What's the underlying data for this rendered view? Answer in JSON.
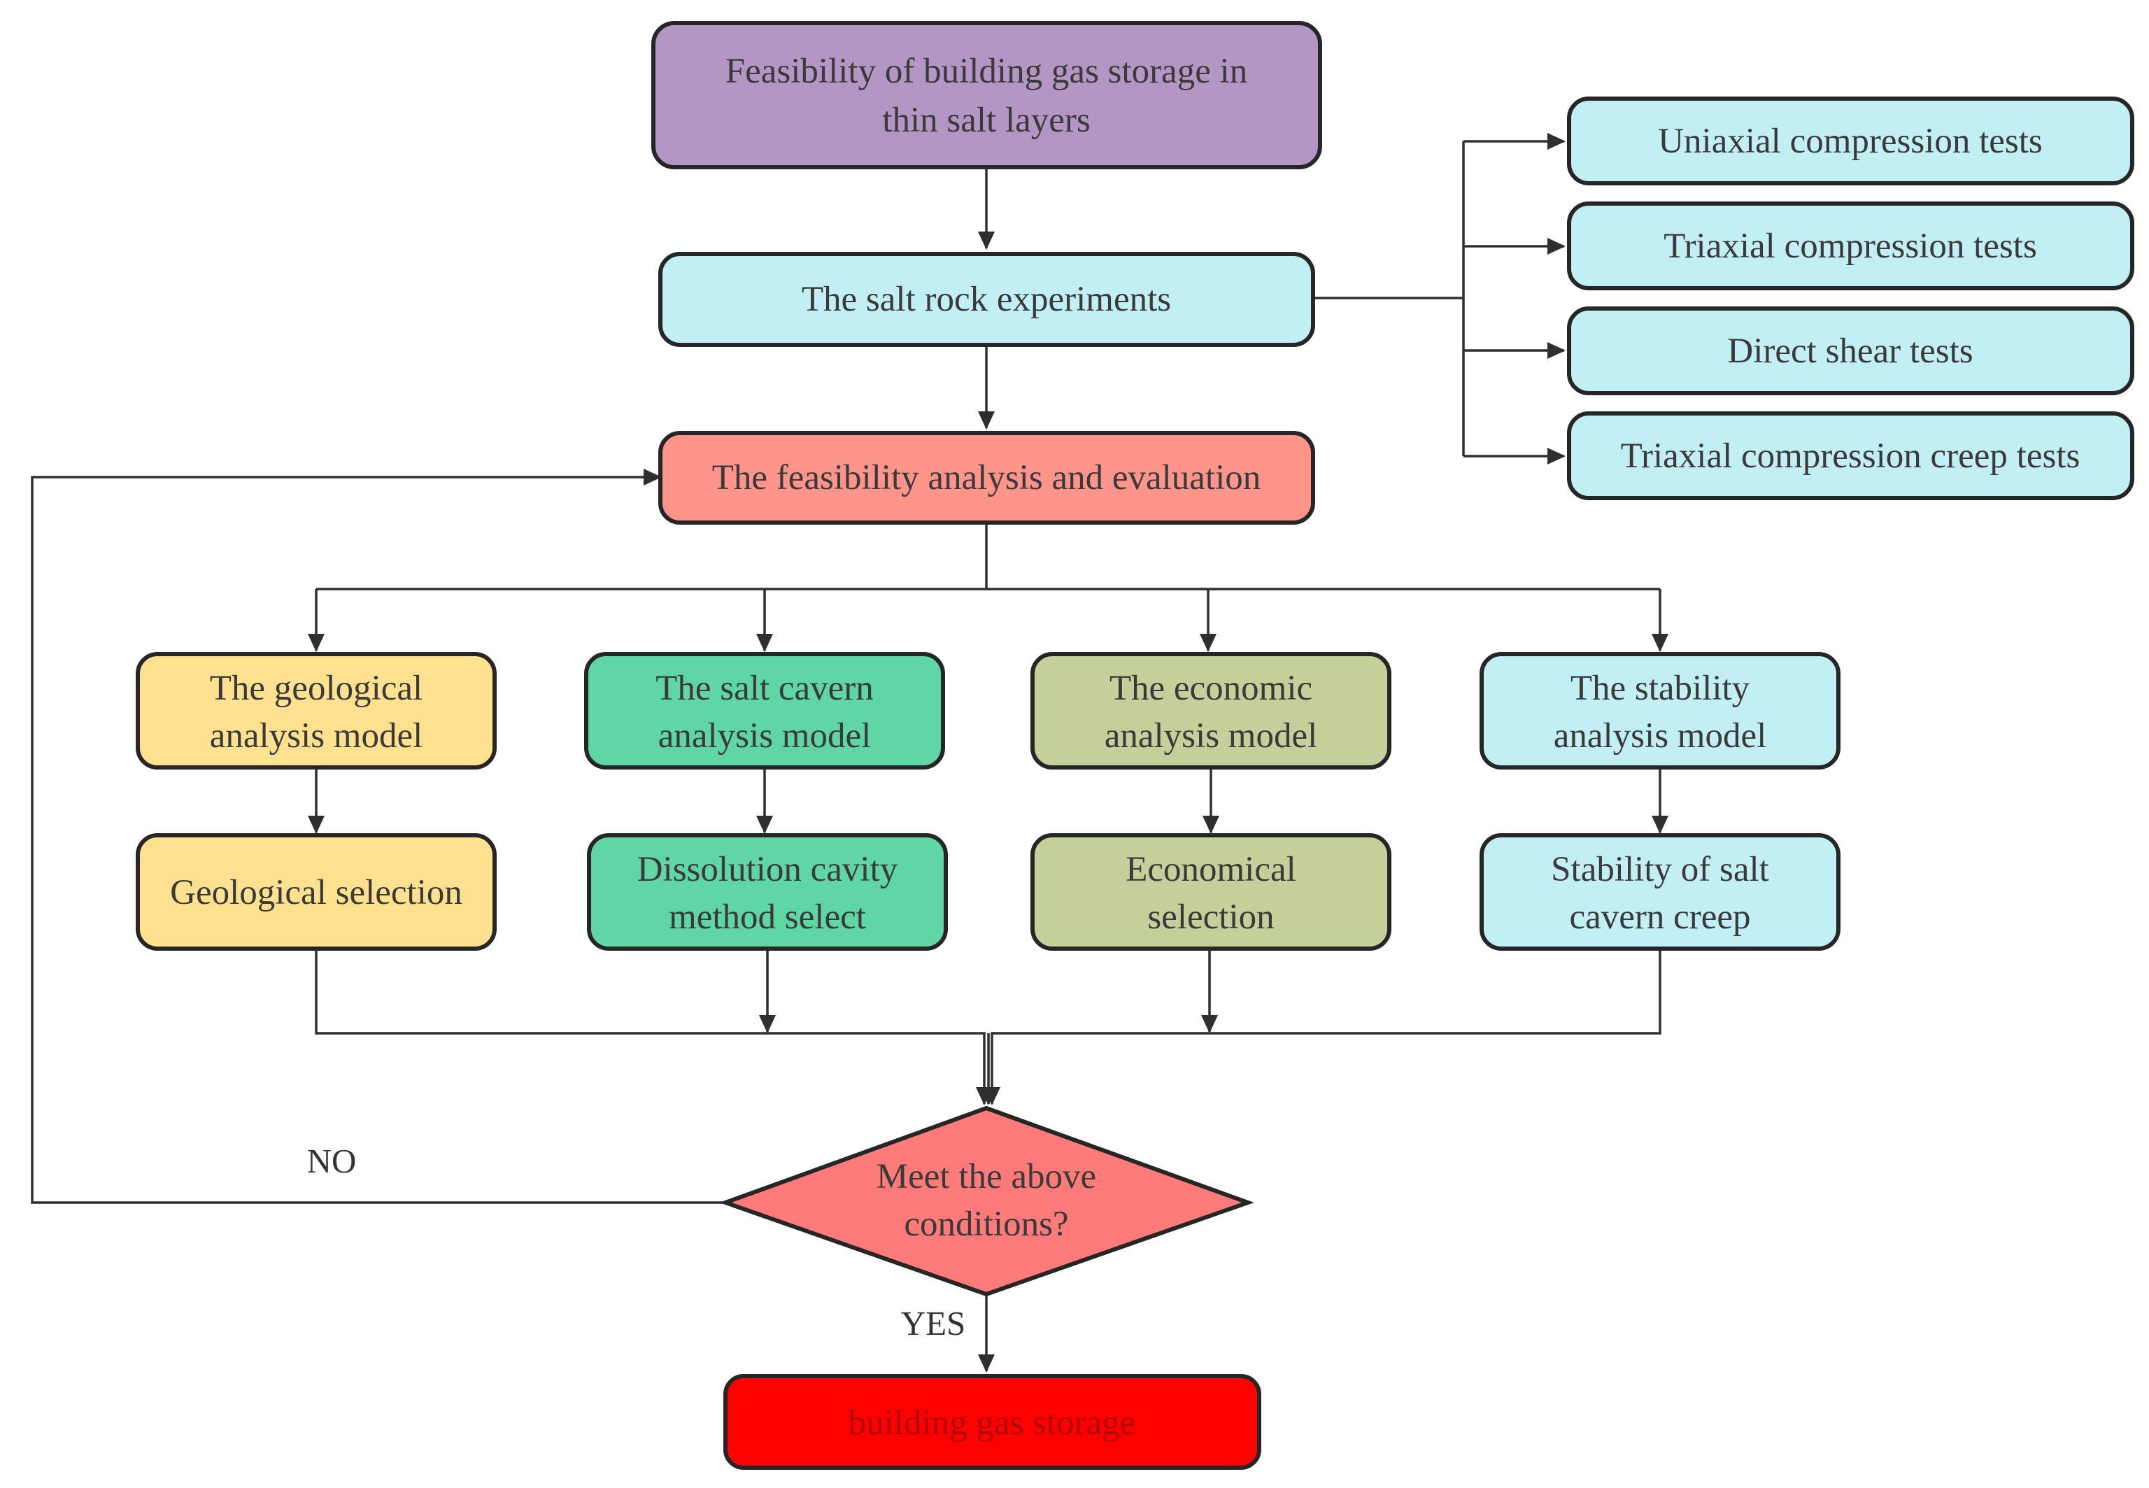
{
  "nodes": {
    "top": {
      "lines": [
        "Feasibility of building gas storage  in",
        "thin salt layers"
      ],
      "fill": "#b396c4"
    },
    "experiments": {
      "lines": [
        "The salt rock experiments"
      ],
      "fill": "#c2eff4"
    },
    "analysis": {
      "lines": [
        "The feasibility analysis and evaluation"
      ],
      "fill": "#ff948a"
    },
    "tests": [
      {
        "lines": [
          "Uniaxial compression tests"
        ]
      },
      {
        "lines": [
          "Triaxial compression tests"
        ]
      },
      {
        "lines": [
          "Direct shear tests"
        ]
      },
      {
        "lines": [
          "Triaxial compression creep tests"
        ]
      }
    ],
    "tests_fill": "#c2eff4",
    "models": [
      {
        "lines": [
          "The geological",
          "analysis model"
        ],
        "fill": "#ffe18f"
      },
      {
        "lines": [
          "The salt cavern",
          "analysis model"
        ],
        "fill": "#5fd6a4"
      },
      {
        "lines": [
          "The economic",
          "analysis model"
        ],
        "fill": "#c4cf99"
      },
      {
        "lines": [
          "The stability",
          "analysis model"
        ],
        "fill": "#c2eff4"
      }
    ],
    "selections": [
      {
        "lines": [
          "Geological selection"
        ],
        "fill": "#ffe18f"
      },
      {
        "lines": [
          "Dissolution cavity",
          "method select"
        ],
        "fill": "#5fd6a4"
      },
      {
        "lines": [
          "Economical",
          "selection"
        ],
        "fill": "#c4cf99"
      },
      {
        "lines": [
          "Stability of salt",
          "cavern creep"
        ],
        "fill": "#c2eff4"
      }
    ],
    "decision": {
      "lines": [
        "Meet the above",
        "conditions?"
      ],
      "fill": "#ff7b7a"
    },
    "final": {
      "lines": [
        "building gas storage"
      ],
      "fill": "#ff0000",
      "text_color": "#b30000"
    }
  },
  "labels": {
    "no": "NO",
    "yes": "YES"
  },
  "colors": {
    "border": "#262626",
    "connector": "#2f2f2f"
  }
}
